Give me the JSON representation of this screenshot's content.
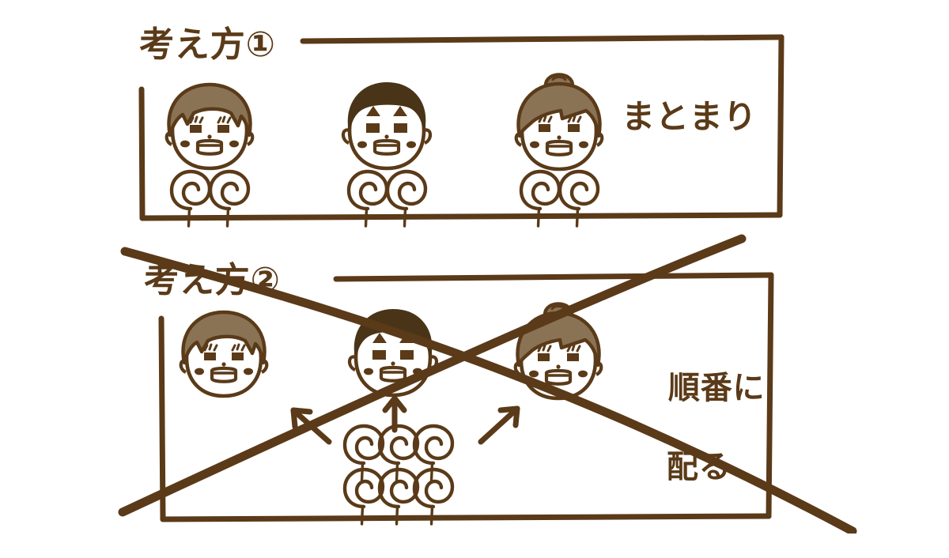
{
  "illustration": {
    "title_note": "手書き風イラスト: あめの分け方 考え方①と考え方②",
    "stroke_color": "#5a3a18",
    "hair_light_color": "#8a7355",
    "hair_dark_color": "#4a3418",
    "background_color": "#ffffff"
  },
  "panels": [
    {
      "id": "panel-1",
      "label": "考え方①",
      "caption": "まとまり",
      "struck_out": false,
      "characters": [
        {
          "name": "bob-hair-girl",
          "hair": "light",
          "style": "bob",
          "candies_below": 2
        },
        {
          "name": "short-hair-boy",
          "hair": "dark",
          "style": "short",
          "candies_below": 2
        },
        {
          "name": "bun-hair-girl",
          "hair": "light",
          "style": "bun",
          "candies_below": 2
        }
      ],
      "candy_total": 6,
      "candy_grouping": "2 per person"
    },
    {
      "id": "panel-2",
      "label": "考え方②",
      "caption_line_1": "順番に",
      "caption_line_2": "配る",
      "struck_out": true,
      "characters": [
        {
          "name": "bob-hair-girl",
          "hair": "light",
          "style": "bob",
          "candies_below": 0
        },
        {
          "name": "short-hair-boy",
          "hair": "dark",
          "style": "short",
          "candies_below": 0
        },
        {
          "name": "bun-hair-girl",
          "hair": "light",
          "style": "bun",
          "candies_below": 0
        }
      ],
      "candy_rows": [
        3,
        3
      ],
      "candy_total": 6,
      "arrows": [
        {
          "name": "arrow-left",
          "direction": "up-left"
        },
        {
          "name": "arrow-up",
          "direction": "up"
        },
        {
          "name": "arrow-right",
          "direction": "up-right"
        }
      ]
    }
  ]
}
